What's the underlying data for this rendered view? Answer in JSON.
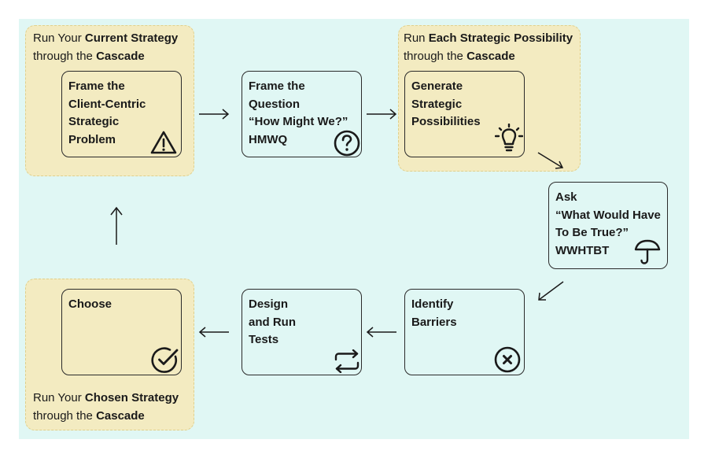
{
  "colors": {
    "canvas": "#e0f7f4",
    "group": "#f3ebc1",
    "group_border": "#e0d08c",
    "stroke": "#1a1a1a"
  },
  "groups": {
    "current": {
      "pre": "Run Your ",
      "bold": "Current Strategy",
      "line2_pre": "through the ",
      "line2_bold": "Cascade"
    },
    "each": {
      "pre": "Run ",
      "bold": "Each Strategic Possibility",
      "line2_pre": "through the ",
      "line2_bold": "Cascade"
    },
    "chosen": {
      "pre": "Run Your ",
      "bold": "Chosen Strategy",
      "line2_pre": "through the ",
      "line2_bold": "Cascade"
    }
  },
  "steps": {
    "frame_problem": {
      "lines": [
        "Frame the",
        "Client-Centric",
        "Strategic",
        "Problem"
      ],
      "icon": "warning-icon"
    },
    "frame_question": {
      "lines": [
        "Frame the",
        "Question",
        "“How Might We?”",
        "HMWQ"
      ],
      "icon": "question-icon"
    },
    "generate": {
      "lines": [
        "Generate",
        "Strategic",
        "Possibilities"
      ],
      "icon": "lightbulb-icon"
    },
    "ask": {
      "lines": [
        "Ask",
        "“What Would Have",
        "To Be True?”",
        "WWHTBT"
      ],
      "icon": "umbrella-icon"
    },
    "barriers": {
      "lines": [
        "Identify",
        "Barriers"
      ],
      "icon": "x-circle-icon"
    },
    "design": {
      "lines": [
        "Design",
        "and Run",
        "Tests"
      ],
      "icon": "repeat-icon"
    },
    "choose": {
      "lines": [
        "Choose"
      ],
      "icon": "check-circle-icon"
    }
  }
}
